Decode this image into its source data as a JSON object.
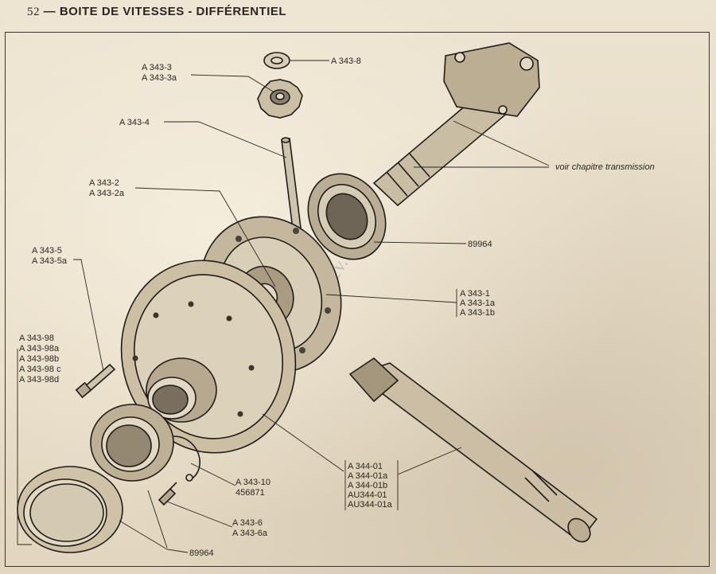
{
  "header": {
    "page_number": "52",
    "separator": "—",
    "title": "BOITE DE VITESSES - DIFFÉRENTIEL"
  },
  "watermark": "www.clubl2cv.free.fr",
  "labels": {
    "satellite_gear": [
      "A 343-3",
      "A 343-3a"
    ],
    "washer": [
      "A 343-8"
    ],
    "satellite_shaft": [
      "A 343-4"
    ],
    "planetary_gear": [
      "A 343-2",
      "A 343-2a"
    ],
    "transmission_note": [
      "voir chapitre transmission"
    ],
    "bearing_top": [
      "89964"
    ],
    "case": [
      "A 343-1",
      "A 343-1a",
      "A 343-1b"
    ],
    "screw_top": [
      "A 343-5",
      "A 343-5a"
    ],
    "ring_bolts": [
      "A 343-98",
      "A 343-98a",
      "A 343-98b",
      "A 343-98 c",
      "A 343-98d"
    ],
    "crown_pinion": [
      "A 344-01",
      "A 344-01a",
      "A 344-01b",
      "AU344-01",
      "AU344-01a"
    ],
    "circlip": [
      "A 343-10",
      "456871"
    ],
    "screw_bottom": [
      "A 343-6",
      "A 343-6a"
    ],
    "bearing_bottom": [
      "89964"
    ]
  }
}
